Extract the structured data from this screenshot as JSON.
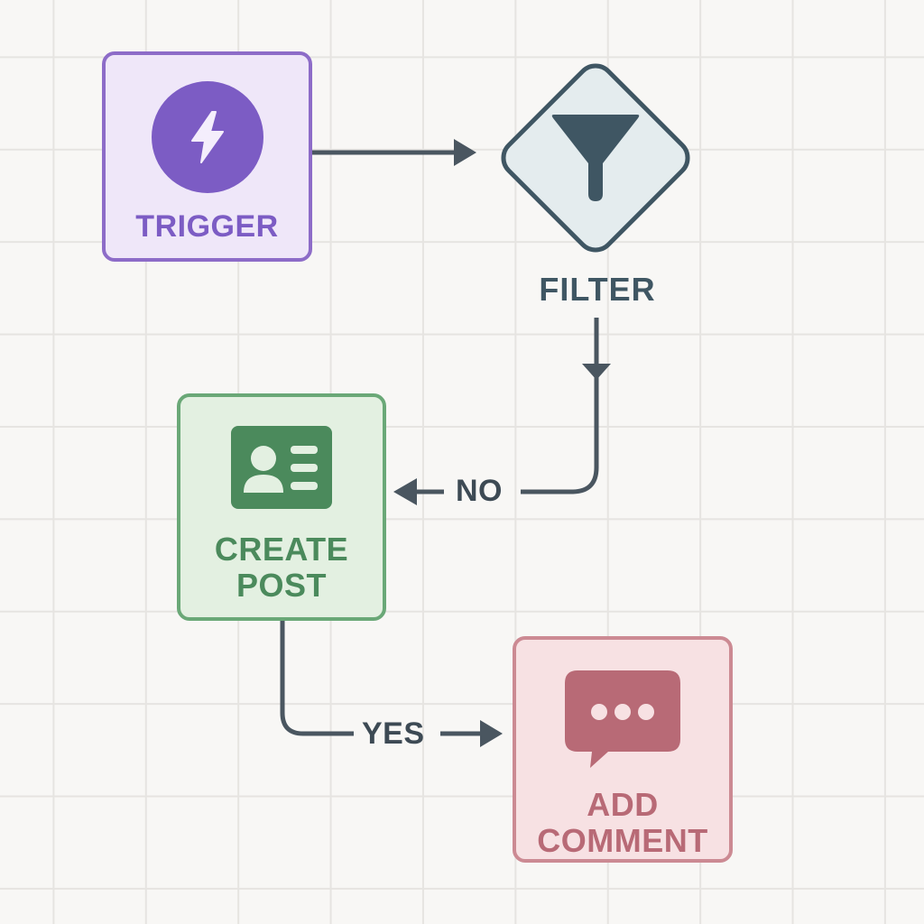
{
  "nodes": {
    "trigger": {
      "label": "TRIGGER",
      "icon": "lightning-bolt-icon",
      "color": "#7c5cc4"
    },
    "filter": {
      "label": "FILTER",
      "icon": "funnel-icon",
      "color": "#3f5663"
    },
    "create_post": {
      "label": "CREATE\nPOST",
      "icon": "profile-card-icon",
      "color": "#4b8a5c"
    },
    "add_comment": {
      "label": "ADD\nCOMMENT",
      "icon": "speech-bubble-icon",
      "color": "#b86a76"
    }
  },
  "edges": {
    "no_label": "NO",
    "yes_label": "YES",
    "color": "#4a5660"
  },
  "colors": {
    "background": "#f8f7f5",
    "grid": "#e6e4e1"
  }
}
